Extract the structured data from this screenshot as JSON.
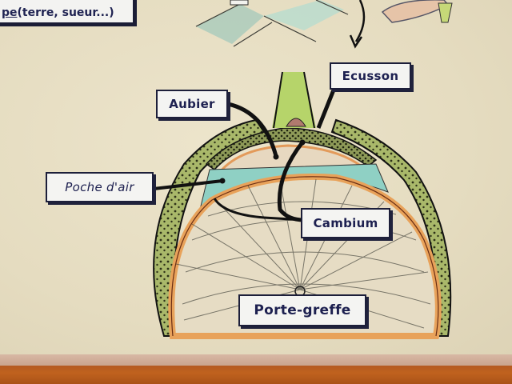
{
  "diagram": {
    "title_box": {
      "underlined_fragment": "pe",
      "text": " (terre, sueur...)"
    },
    "labels": {
      "ecusson": "Ecusson",
      "aubier": "Aubier",
      "poche_dair": "Poche d'air",
      "cambium": "Cambium",
      "porte_greffe": "Porte-greffe"
    },
    "colors": {
      "background": "#e8dfc4",
      "bark_green": "#a9b86a",
      "cambium_orange": "#e8a25a",
      "wood": "#e6dcc4",
      "air_pocket": "#8fd0c4",
      "label_border": "#1d1f3a",
      "label_text": "#1d2050",
      "frame_wood": "#b45a22"
    }
  }
}
